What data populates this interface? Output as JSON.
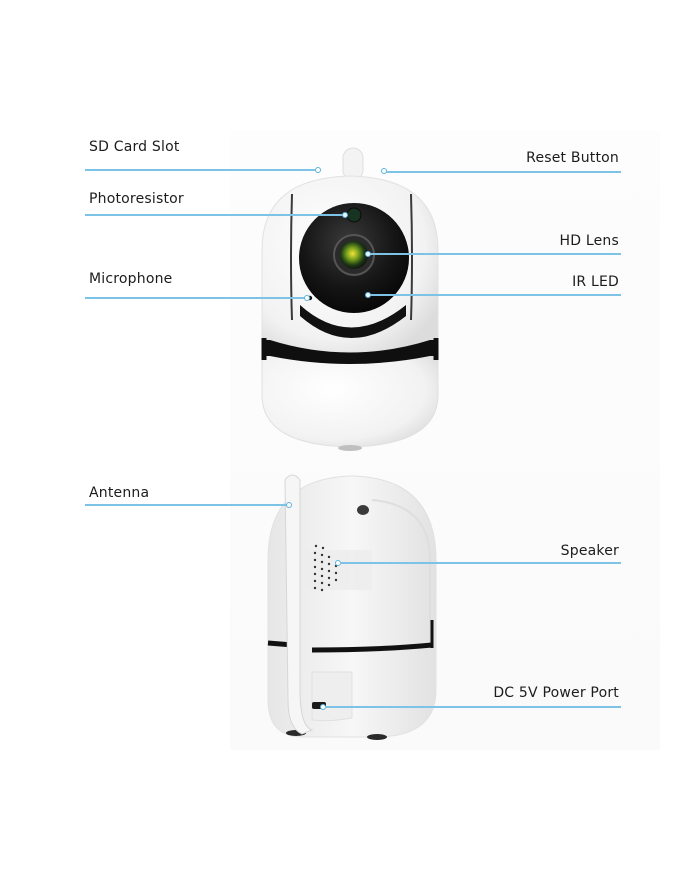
{
  "diagram": {
    "title": "",
    "accent_color": "#7cc3e6",
    "views": [
      {
        "name": "front-view",
        "callouts": [
          {
            "id": "sd-card-slot",
            "label": "SD Card Slot",
            "side": "left"
          },
          {
            "id": "photoresistor",
            "label": "Photoresistor",
            "side": "left"
          },
          {
            "id": "microphone",
            "label": "Microphone",
            "side": "left"
          },
          {
            "id": "reset-button",
            "label": "Reset Button",
            "side": "right"
          },
          {
            "id": "hd-lens",
            "label": "HD Lens",
            "side": "right"
          },
          {
            "id": "ir-led",
            "label": "IR LED",
            "side": "right"
          }
        ]
      },
      {
        "name": "side-view",
        "callouts": [
          {
            "id": "antenna",
            "label": "Antenna",
            "side": "left"
          },
          {
            "id": "speaker",
            "label": "Speaker",
            "side": "right"
          },
          {
            "id": "dc-power-port",
            "label": "DC 5V Power Port",
            "side": "right"
          }
        ]
      }
    ]
  }
}
